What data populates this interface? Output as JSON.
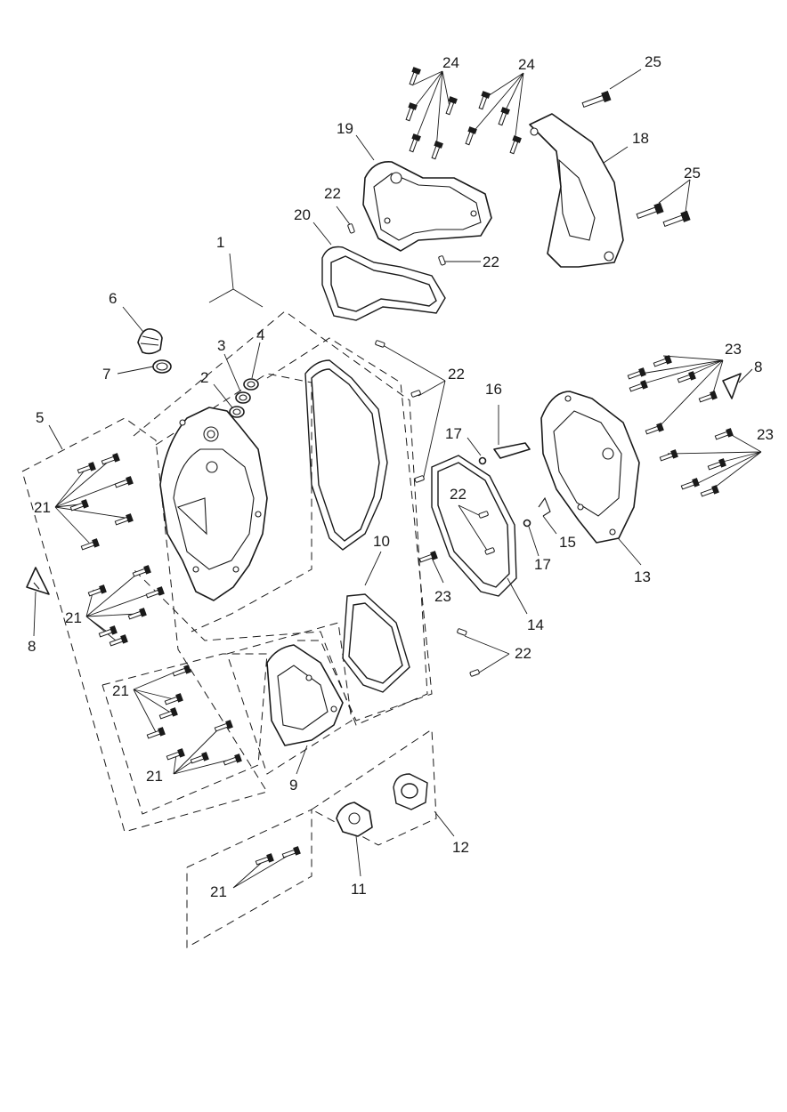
{
  "labels": {
    "l1": "1",
    "l2": "2",
    "l3": "3",
    "l4": "4",
    "l5": "5",
    "l6": "6",
    "l7": "7",
    "l8a": "8",
    "l8b": "8",
    "l9": "9",
    "l10": "10",
    "l11": "11",
    "l12": "12",
    "l13": "13",
    "l14": "14",
    "l15": "15",
    "l16": "16",
    "l17a": "17",
    "l17b": "17",
    "l18": "18",
    "l19": "19",
    "l20": "20",
    "l21a": "21",
    "l21b": "21",
    "l21c": "21",
    "l21d": "21",
    "l21e": "21",
    "l22a": "22",
    "l22b": "22",
    "l22c": "22",
    "l22d": "22",
    "l22e": "22",
    "l23a": "23",
    "l23b": "23",
    "l23c": "23",
    "l24a": "24",
    "l24b": "24",
    "l25a": "25",
    "l25b": "25"
  }
}
